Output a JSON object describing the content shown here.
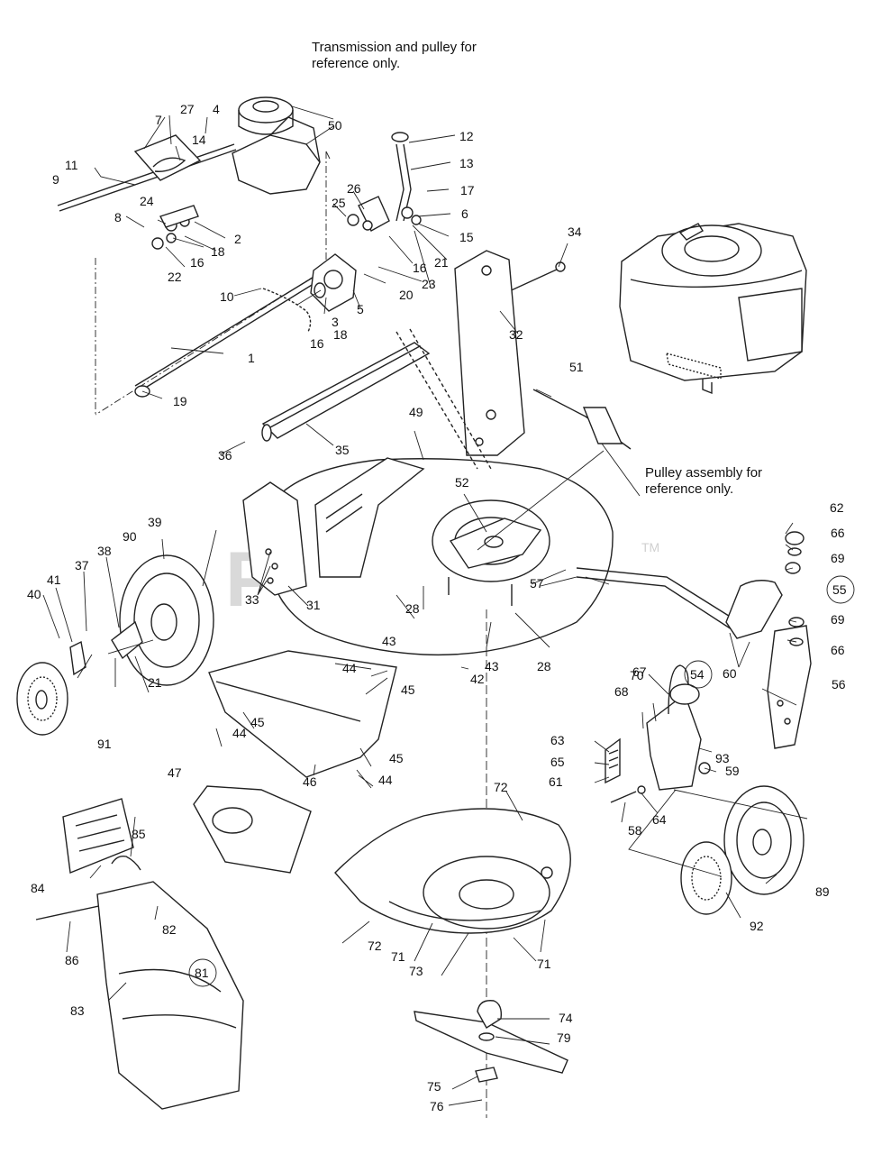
{
  "notes": {
    "transmission": "Transmission and pulley for\nreference only.",
    "pulley": "Pulley assembly for\nreference only."
  },
  "watermark": {
    "text": "PartsTree",
    "tm": "TM"
  },
  "circled": [
    "81",
    "54",
    "55"
  ],
  "labels": [
    "1",
    "2",
    "3",
    "4",
    "5",
    "6",
    "7",
    "8",
    "9",
    "10",
    "11",
    "12",
    "13",
    "14",
    "15",
    "16",
    "17",
    "18",
    "19",
    "20",
    "21",
    "22",
    "23",
    "24",
    "25",
    "26",
    "27",
    "28",
    "31",
    "32",
    "33",
    "34",
    "35",
    "36",
    "37",
    "38",
    "39",
    "40",
    "41",
    "42",
    "43",
    "44",
    "45",
    "46",
    "47",
    "49",
    "50",
    "51",
    "52",
    "56",
    "57",
    "58",
    "59",
    "60",
    "61",
    "62",
    "63",
    "64",
    "65",
    "66",
    "67",
    "68",
    "69",
    "70",
    "71",
    "72",
    "73",
    "74",
    "75",
    "76",
    "79",
    "82",
    "83",
    "84",
    "85",
    "86",
    "89",
    "90",
    "91",
    "92",
    "93"
  ]
}
